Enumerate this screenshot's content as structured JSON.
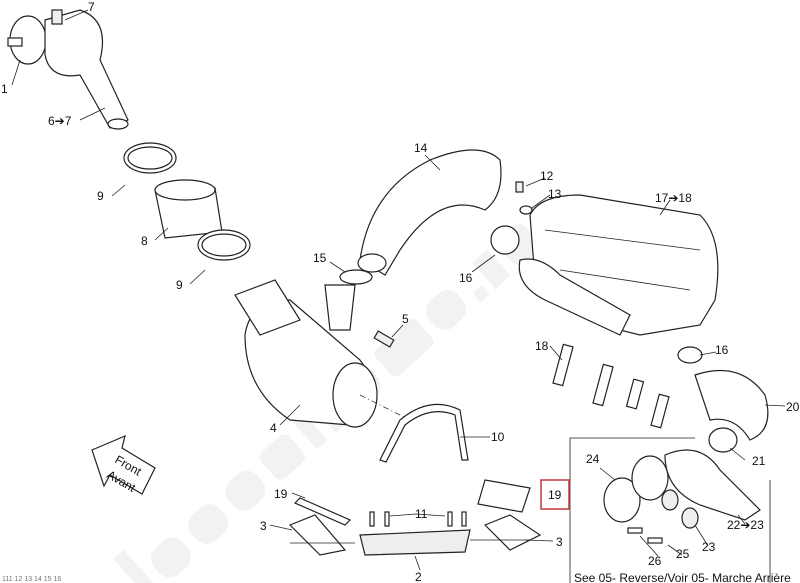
{
  "labels": {
    "l7": "7",
    "l1": "1",
    "l6to7": "6➔7",
    "l9a": "9",
    "l8": "8",
    "l9b": "9",
    "l14": "14",
    "l12": "12",
    "l13": "13",
    "l17to18": "17➔18",
    "l15": "15",
    "l16a": "16",
    "l5": "5",
    "l18": "18",
    "l16b": "16",
    "l20": "20",
    "l4": "4",
    "l10": "10",
    "l21": "21",
    "l24": "24",
    "l19a": "19",
    "l19b": "19",
    "l11": "11",
    "l3a": "3",
    "l3b": "3",
    "l22to23": "22➔23",
    "l23": "23",
    "l25": "25",
    "l26": "26",
    "l2": "2"
  },
  "front_arrow": {
    "line1": "Front",
    "line2": "Avant"
  },
  "inset_caption": "See 05- Reverse/Voir 05- Marche Arrière",
  "footer_code": "111 12 13 14 15 16",
  "watermark": "ladextreme.ru",
  "colors": {
    "highlight_box": "#c0393b"
  }
}
